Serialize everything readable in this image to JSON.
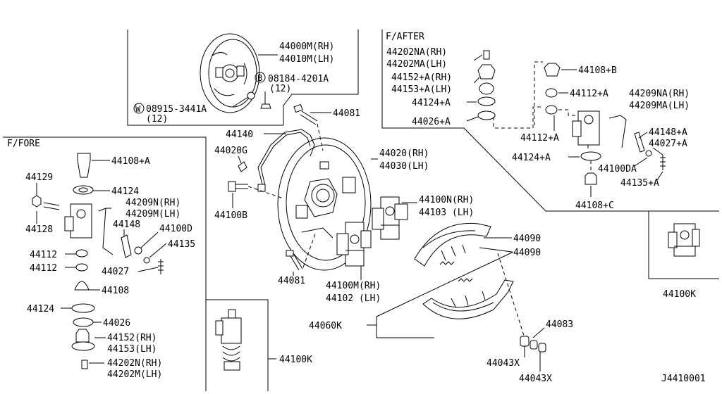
{
  "sections": {
    "fore": "F/FORE",
    "after": "F/AFTER"
  },
  "drawing_code": "J4410001",
  "labels": {
    "l44000": "44000M(RH)",
    "l44010": "44010M(LH)",
    "l08184": "08184-4201A",
    "l08184_qty": "(12)",
    "l08915": "08915-3441A",
    "l08915_qty": "(12)",
    "l44081_top": "44081",
    "l44140": "44140",
    "l44020G": "44020G",
    "l44100B": "44100B",
    "l44020": "44020(RH)",
    "l44030": "44030(LH)",
    "l44100N": "44100N(RH)",
    "l44103": "44103 (LH)",
    "l44100M": "44100M(RH)",
    "l44102": "44102 (LH)",
    "l44081_bot": "44081",
    "l44090_a": "44090",
    "l44090_b": "44090",
    "l44060K": "44060K",
    "l44083": "44083",
    "l44043X_a": "44043X",
    "l44043X_b": "44043X",
    "l44100K_bot": "44100K",
    "l44100K_right": "44100K",
    "f_44108A": "44108+A",
    "f_44129": "44129",
    "f_44124": "44124",
    "f_44128": "44128",
    "f_44209N": "44209N(RH)",
    "f_44209M": "44209M(LH)",
    "f_44148": "44148",
    "f_44100D": "44100D",
    "f_44135": "44135",
    "f_44112a": "44112",
    "f_44112b": "44112",
    "f_44027": "44027",
    "f_44108": "44108",
    "f_44124b": "44124",
    "f_44026": "44026",
    "f_44152": "44152(RH)",
    "f_44153": "44153(LH)",
    "f_44202N": "44202N(RH)",
    "f_44202M": "44202M(LH)",
    "a_44202NA": "44202NA(RH)",
    "a_44202MA": "44202MA(LH)",
    "a_44152A": "44152+A(RH)",
    "a_44153A": "44153+A(LH)",
    "a_44124A": "44124+A",
    "a_44026A": "44026+A",
    "a_44108B": "44108+B",
    "a_44112A_top": "44112+A",
    "a_44209NA": "44209NA(RH)",
    "a_44209MA": "44209MA(LH)",
    "a_44112A_bot": "44112+A",
    "a_44148A": "44148+A",
    "a_44027A": "44027+A",
    "a_44124A_b": "44124+A",
    "a_44100DA": "44100DA",
    "a_44135A": "44135+A",
    "a_44108C": "44108+C"
  },
  "badges": {
    "bolt_symbol": "B",
    "washer_symbol": "W"
  }
}
